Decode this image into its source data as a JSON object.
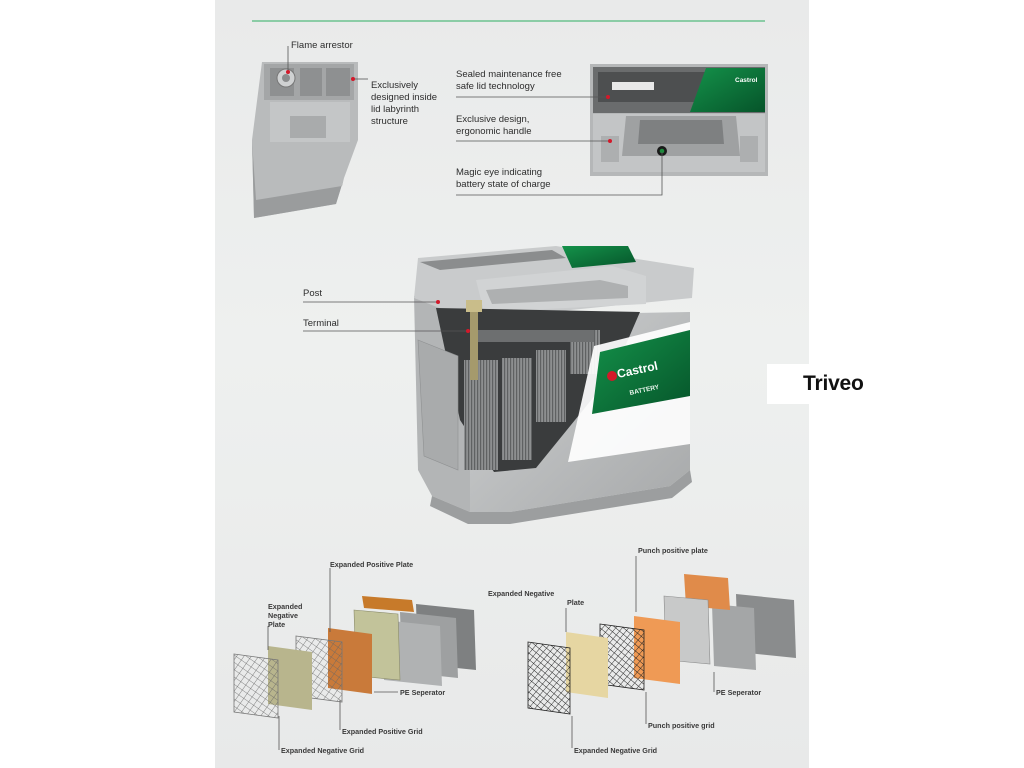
{
  "labels": {
    "flame_arrestor": "Flame arrestor",
    "labyrinth_1": "Exclusively",
    "labyrinth_2": "designed inside",
    "labyrinth_3": "lid labyrinth",
    "labyrinth_4": "structure",
    "sealed_1": "Sealed maintenance free",
    "sealed_2": "safe lid technology",
    "handle_1": "Exclusive design,",
    "handle_2": "ergonomic handle",
    "magic_1": "Magic eye indicating",
    "magic_2": "battery state of charge",
    "post": "Post",
    "terminal": "Terminal",
    "left_pos_plate": "Expanded Positive Plate",
    "left_neg_plate_1": "Expanded",
    "left_neg_plate_2": "Negative",
    "left_neg_plate_3": "Plate",
    "left_pe": "PE Seperator",
    "left_pos_grid": "Expanded Positive Grid",
    "left_neg_grid": "Expanded Negative Grid",
    "right_punch_plate": "Punch positive plate",
    "right_neg_plate_1": "Expanded Negative",
    "right_neg_plate_2": "Plate",
    "right_pe": "PE Seperator",
    "right_punch_grid": "Punch positive grid",
    "right_neg_grid": "Expanded Negative Grid"
  },
  "battery_brand": {
    "logo": "Castrol",
    "product": "BATTERY"
  },
  "watermark": {
    "text": "Triveo"
  },
  "colors": {
    "brand_green": "#0a7a3a",
    "castrol_red": "#d3192a",
    "divider_green": "#6cc28f",
    "leader_line": "#555555",
    "triveo_blue": "#1d74d6"
  }
}
